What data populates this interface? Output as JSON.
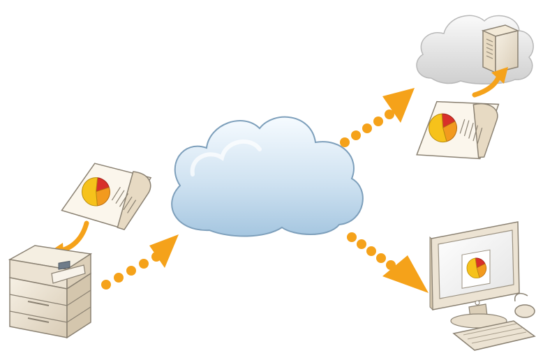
{
  "diagram": {
    "nodes": [
      {
        "id": "printer",
        "icon": "multifunction-printer-icon"
      },
      {
        "id": "cloud",
        "icon": "cloud-icon"
      },
      {
        "id": "cloud-server",
        "icon": "cloud-server-icon"
      },
      {
        "id": "computer",
        "icon": "desktop-computer-icon"
      }
    ],
    "documents": [
      {
        "id": "document-to-printer",
        "icon": "pie-chart-document-icon"
      },
      {
        "id": "document-to-server",
        "icon": "pie-chart-document-icon"
      }
    ],
    "flows": [
      {
        "from": "printer",
        "to": "cloud",
        "style": "dotted-arrow"
      },
      {
        "from": "cloud",
        "to": "cloud-server",
        "style": "dotted-arrow"
      },
      {
        "from": "cloud",
        "to": "computer",
        "style": "dotted-arrow"
      }
    ]
  },
  "colors": {
    "arrow": "#f5a21a",
    "cloud_light": "#f4f9fd",
    "cloud_dark": "#a9c9e2",
    "cloud_outline": "#7a9cb8",
    "gray_cloud": "#dcdcdc",
    "device_beige": "#ece3d3",
    "device_outline": "#8a8172",
    "pie_red": "#d8302a",
    "pie_yellow": "#f6c21b",
    "pie_orange": "#f29a1e",
    "paper": "#fbf6ec"
  }
}
